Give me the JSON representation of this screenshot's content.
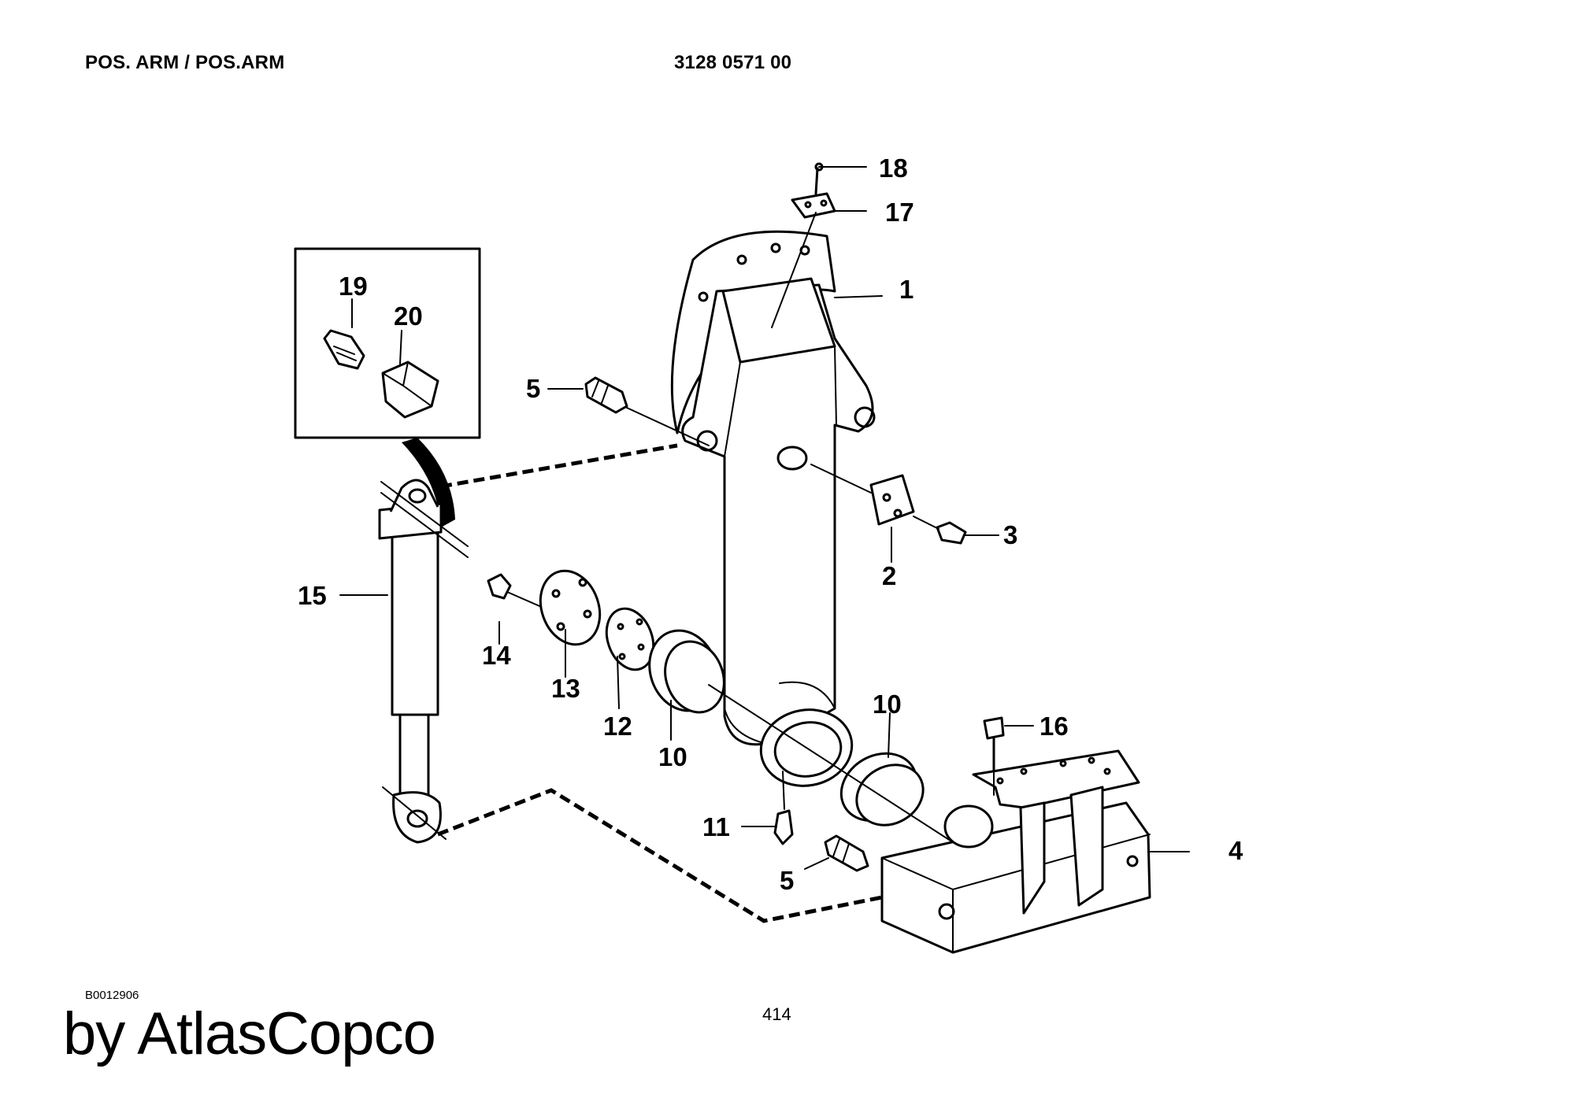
{
  "header": {
    "title": "POS. ARM / POS.ARM",
    "part_number": "3128 0571 00"
  },
  "callouts": [
    "1",
    "2",
    "3",
    "4",
    "5",
    "5",
    "10",
    "10",
    "11",
    "12",
    "13",
    "14",
    "15",
    "16",
    "17",
    "18",
    "19",
    "20"
  ],
  "footer": {
    "drawing_ref": "B0012906",
    "page_number": "414",
    "brand": "by AtlasCopco"
  }
}
